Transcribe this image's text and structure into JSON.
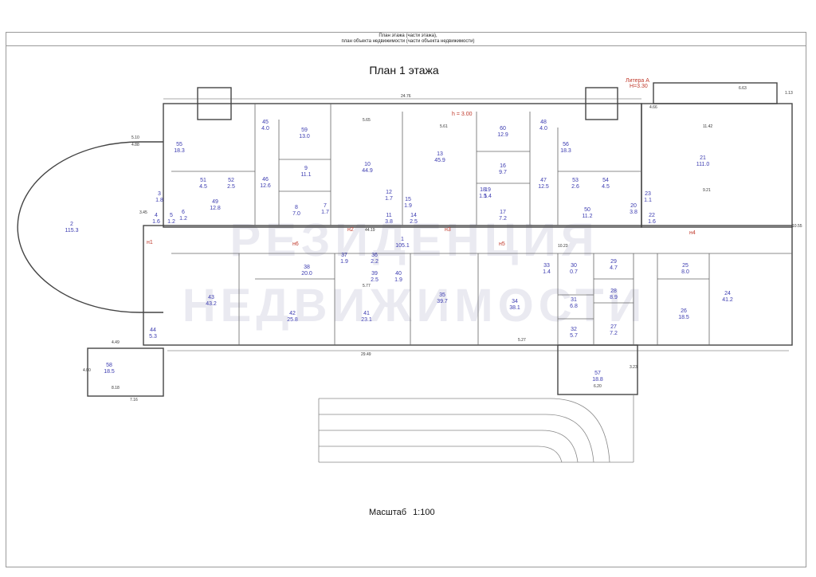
{
  "header": {
    "line1": "План этажа (части этажа),",
    "line2": "план объекта недвижимости (части объекта недвижимости)"
  },
  "title": "План 1 этажа",
  "scale": {
    "label": "Масштаб",
    "value": "1:100"
  },
  "watermark": {
    "line1": "РЕЗИДЕНЦИЯ",
    "line2": "НЕДВИЖИМОСТИ"
  },
  "annotations": {
    "liter": "Литера А",
    "liter_height": "Н=3.30",
    "height_mark": "h = 3.00",
    "axes": [
      "н1",
      "н2",
      "н3",
      "н4",
      "н5",
      "н6"
    ]
  },
  "dimensions": [
    "24.76",
    "6.63",
    "5.10",
    "4.88",
    "29.49",
    "10.55",
    "7.16",
    "4.49",
    "8.18",
    "4.00",
    "6.20",
    "3.23",
    "11.42",
    "4.66",
    "9.21",
    "5.61",
    "5.65",
    "10.23",
    "44.19",
    "5.27",
    "5.77",
    "3.45",
    "1.13"
  ],
  "rooms": [
    {
      "num": "2",
      "area": "115.3"
    },
    {
      "num": "3",
      "area": "1.8"
    },
    {
      "num": "4",
      "area": "1.6"
    },
    {
      "num": "5",
      "area": "1.2"
    },
    {
      "num": "6",
      "area": "1.2"
    },
    {
      "num": "7",
      "area": "1.7"
    },
    {
      "num": "8",
      "area": "7.0"
    },
    {
      "num": "9",
      "area": "11.1"
    },
    {
      "num": "10",
      "area": "44.9"
    },
    {
      "num": "11",
      "area": "3.8"
    },
    {
      "num": "12",
      "area": "1.7"
    },
    {
      "num": "13",
      "area": "45.9"
    },
    {
      "num": "14",
      "area": "2.5"
    },
    {
      "num": "15",
      "area": "1.9"
    },
    {
      "num": "16",
      "area": "9.7"
    },
    {
      "num": "17",
      "area": "7.2"
    },
    {
      "num": "18",
      "area": "1.5"
    },
    {
      "num": "19",
      "area": "1.4"
    },
    {
      "num": "20",
      "area": "3.8"
    },
    {
      "num": "21",
      "area": "111.0"
    },
    {
      "num": "22",
      "area": "1.6"
    },
    {
      "num": "23",
      "area": "1.1"
    },
    {
      "num": "24",
      "area": "41.2"
    },
    {
      "num": "25",
      "area": "8.0"
    },
    {
      "num": "26",
      "area": "18.5"
    },
    {
      "num": "27",
      "area": "7.2"
    },
    {
      "num": "28",
      "area": "8.9"
    },
    {
      "num": "29",
      "area": "4.7"
    },
    {
      "num": "30",
      "area": "0.7"
    },
    {
      "num": "31",
      "area": "6.8"
    },
    {
      "num": "32",
      "area": "5.7"
    },
    {
      "num": "33",
      "area": "1.4"
    },
    {
      "num": "34",
      "area": "38.1"
    },
    {
      "num": "35",
      "area": "39.7"
    },
    {
      "num": "36",
      "area": "2.2"
    },
    {
      "num": "37",
      "area": "1.9"
    },
    {
      "num": "38",
      "area": "20.0"
    },
    {
      "num": "39",
      "area": "2.5"
    },
    {
      "num": "40",
      "area": "1.9"
    },
    {
      "num": "41",
      "area": "23.1"
    },
    {
      "num": "42",
      "area": "25.8"
    },
    {
      "num": "43",
      "area": "43.2"
    },
    {
      "num": "44",
      "area": "5.3"
    },
    {
      "num": "45",
      "area": "4.0"
    },
    {
      "num": "46",
      "area": "12.6"
    },
    {
      "num": "47",
      "area": "12.5"
    },
    {
      "num": "48",
      "area": "4.0"
    },
    {
      "num": "49",
      "area": "12.8"
    },
    {
      "num": "50",
      "area": "11.2"
    },
    {
      "num": "51",
      "area": "4.5"
    },
    {
      "num": "52",
      "area": "2.5"
    },
    {
      "num": "53",
      "area": "2.6"
    },
    {
      "num": "54",
      "area": "4.5"
    },
    {
      "num": "55",
      "area": "18.3"
    },
    {
      "num": "56",
      "area": "18.3"
    },
    {
      "num": "57",
      "area": "18.8"
    },
    {
      "num": "58",
      "area": "18.5"
    },
    {
      "num": "59",
      "area": "13.0"
    },
    {
      "num": "60",
      "area": "12.9"
    },
    {
      "num": "1",
      "area": "105.1"
    }
  ]
}
